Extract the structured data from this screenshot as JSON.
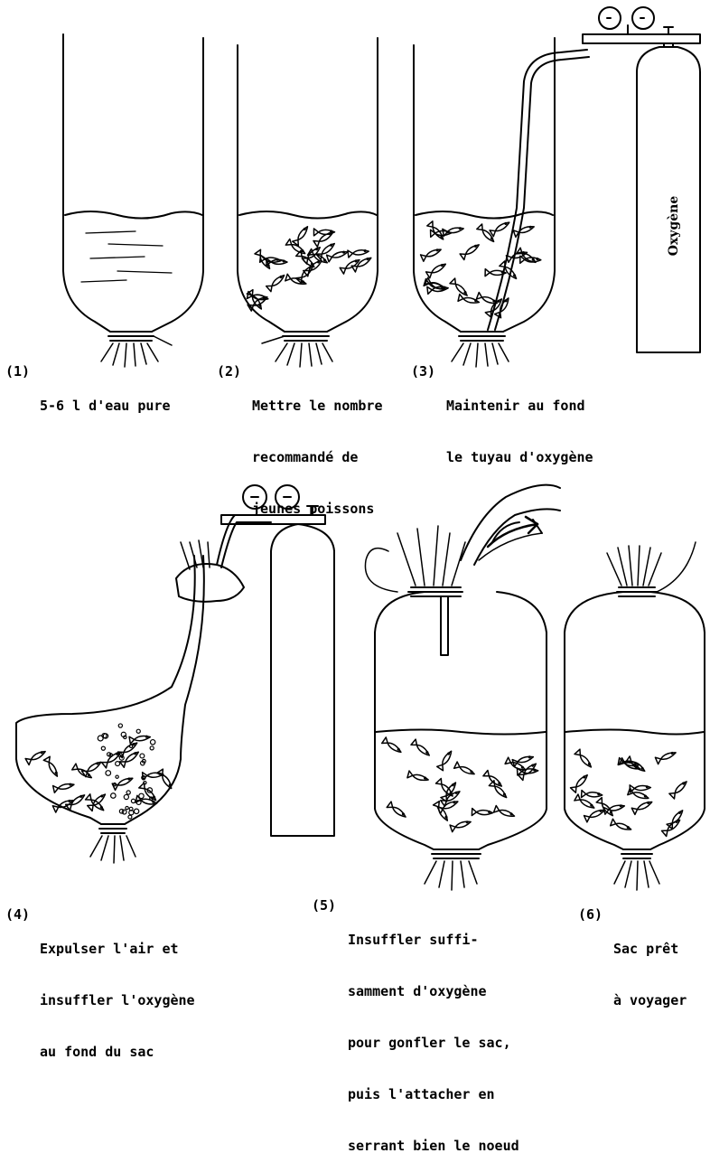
{
  "cylinder_label": "Oxygène",
  "steps": [
    {
      "number": "(1)",
      "lines": [
        "5-6 l d'eau pure"
      ]
    },
    {
      "number": "(2)",
      "lines": [
        "Mettre le nombre",
        "recommandé de",
        "jeunes poissons"
      ]
    },
    {
      "number": "(3)",
      "lines": [
        "Maintenir au fond",
        "le tuyau d'oxygène"
      ]
    },
    {
      "number": "(4)",
      "lines": [
        "Expulser l'air et",
        "insuffler l'oxygène",
        "au fond du sac"
      ]
    },
    {
      "number": "(5)",
      "lines": [
        "Insuffler suffi-",
        "samment d'oxygène",
        "pour gonfler le sac,",
        "puis l'attacher en",
        "serrant bien le noeud"
      ]
    },
    {
      "number": "(6)",
      "lines": [
        "Sac prêt",
        "à voyager"
      ]
    }
  ]
}
